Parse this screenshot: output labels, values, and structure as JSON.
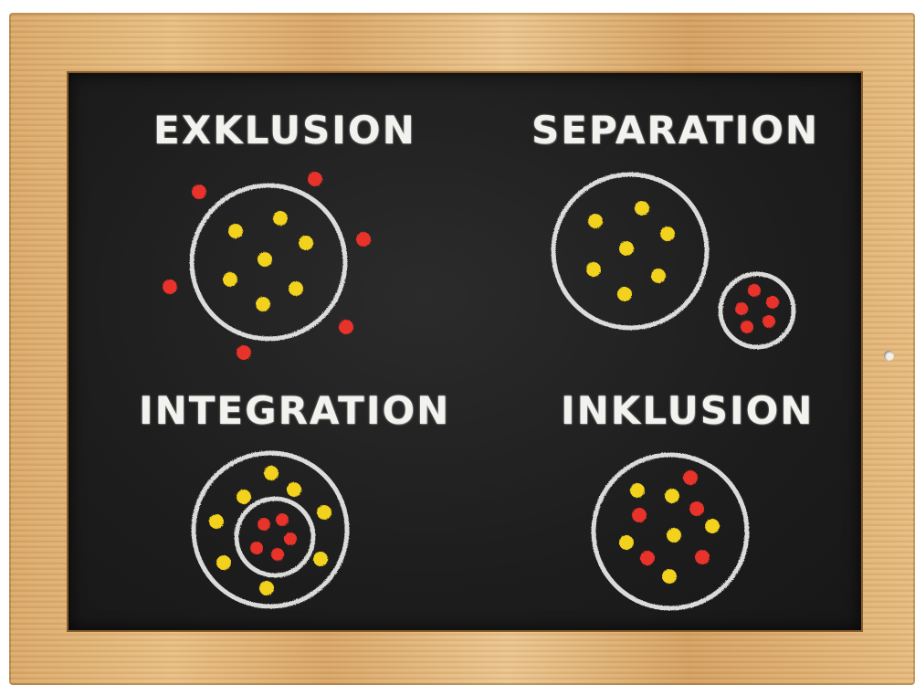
{
  "quadrants": {
    "exclusion": {
      "title": "EXKLUSION"
    },
    "separation": {
      "title": "SEPARATION"
    },
    "integration": {
      "title": "INTEGRATION"
    },
    "inclusion": {
      "title": "INKLUSION"
    }
  },
  "colors": {
    "chalk_white": "#eeeeec",
    "chalk_yellow": "#f2d21f",
    "chalk_red": "#e8322b",
    "board": "#1e1e1e",
    "frame_wood": "#dfb075"
  }
}
